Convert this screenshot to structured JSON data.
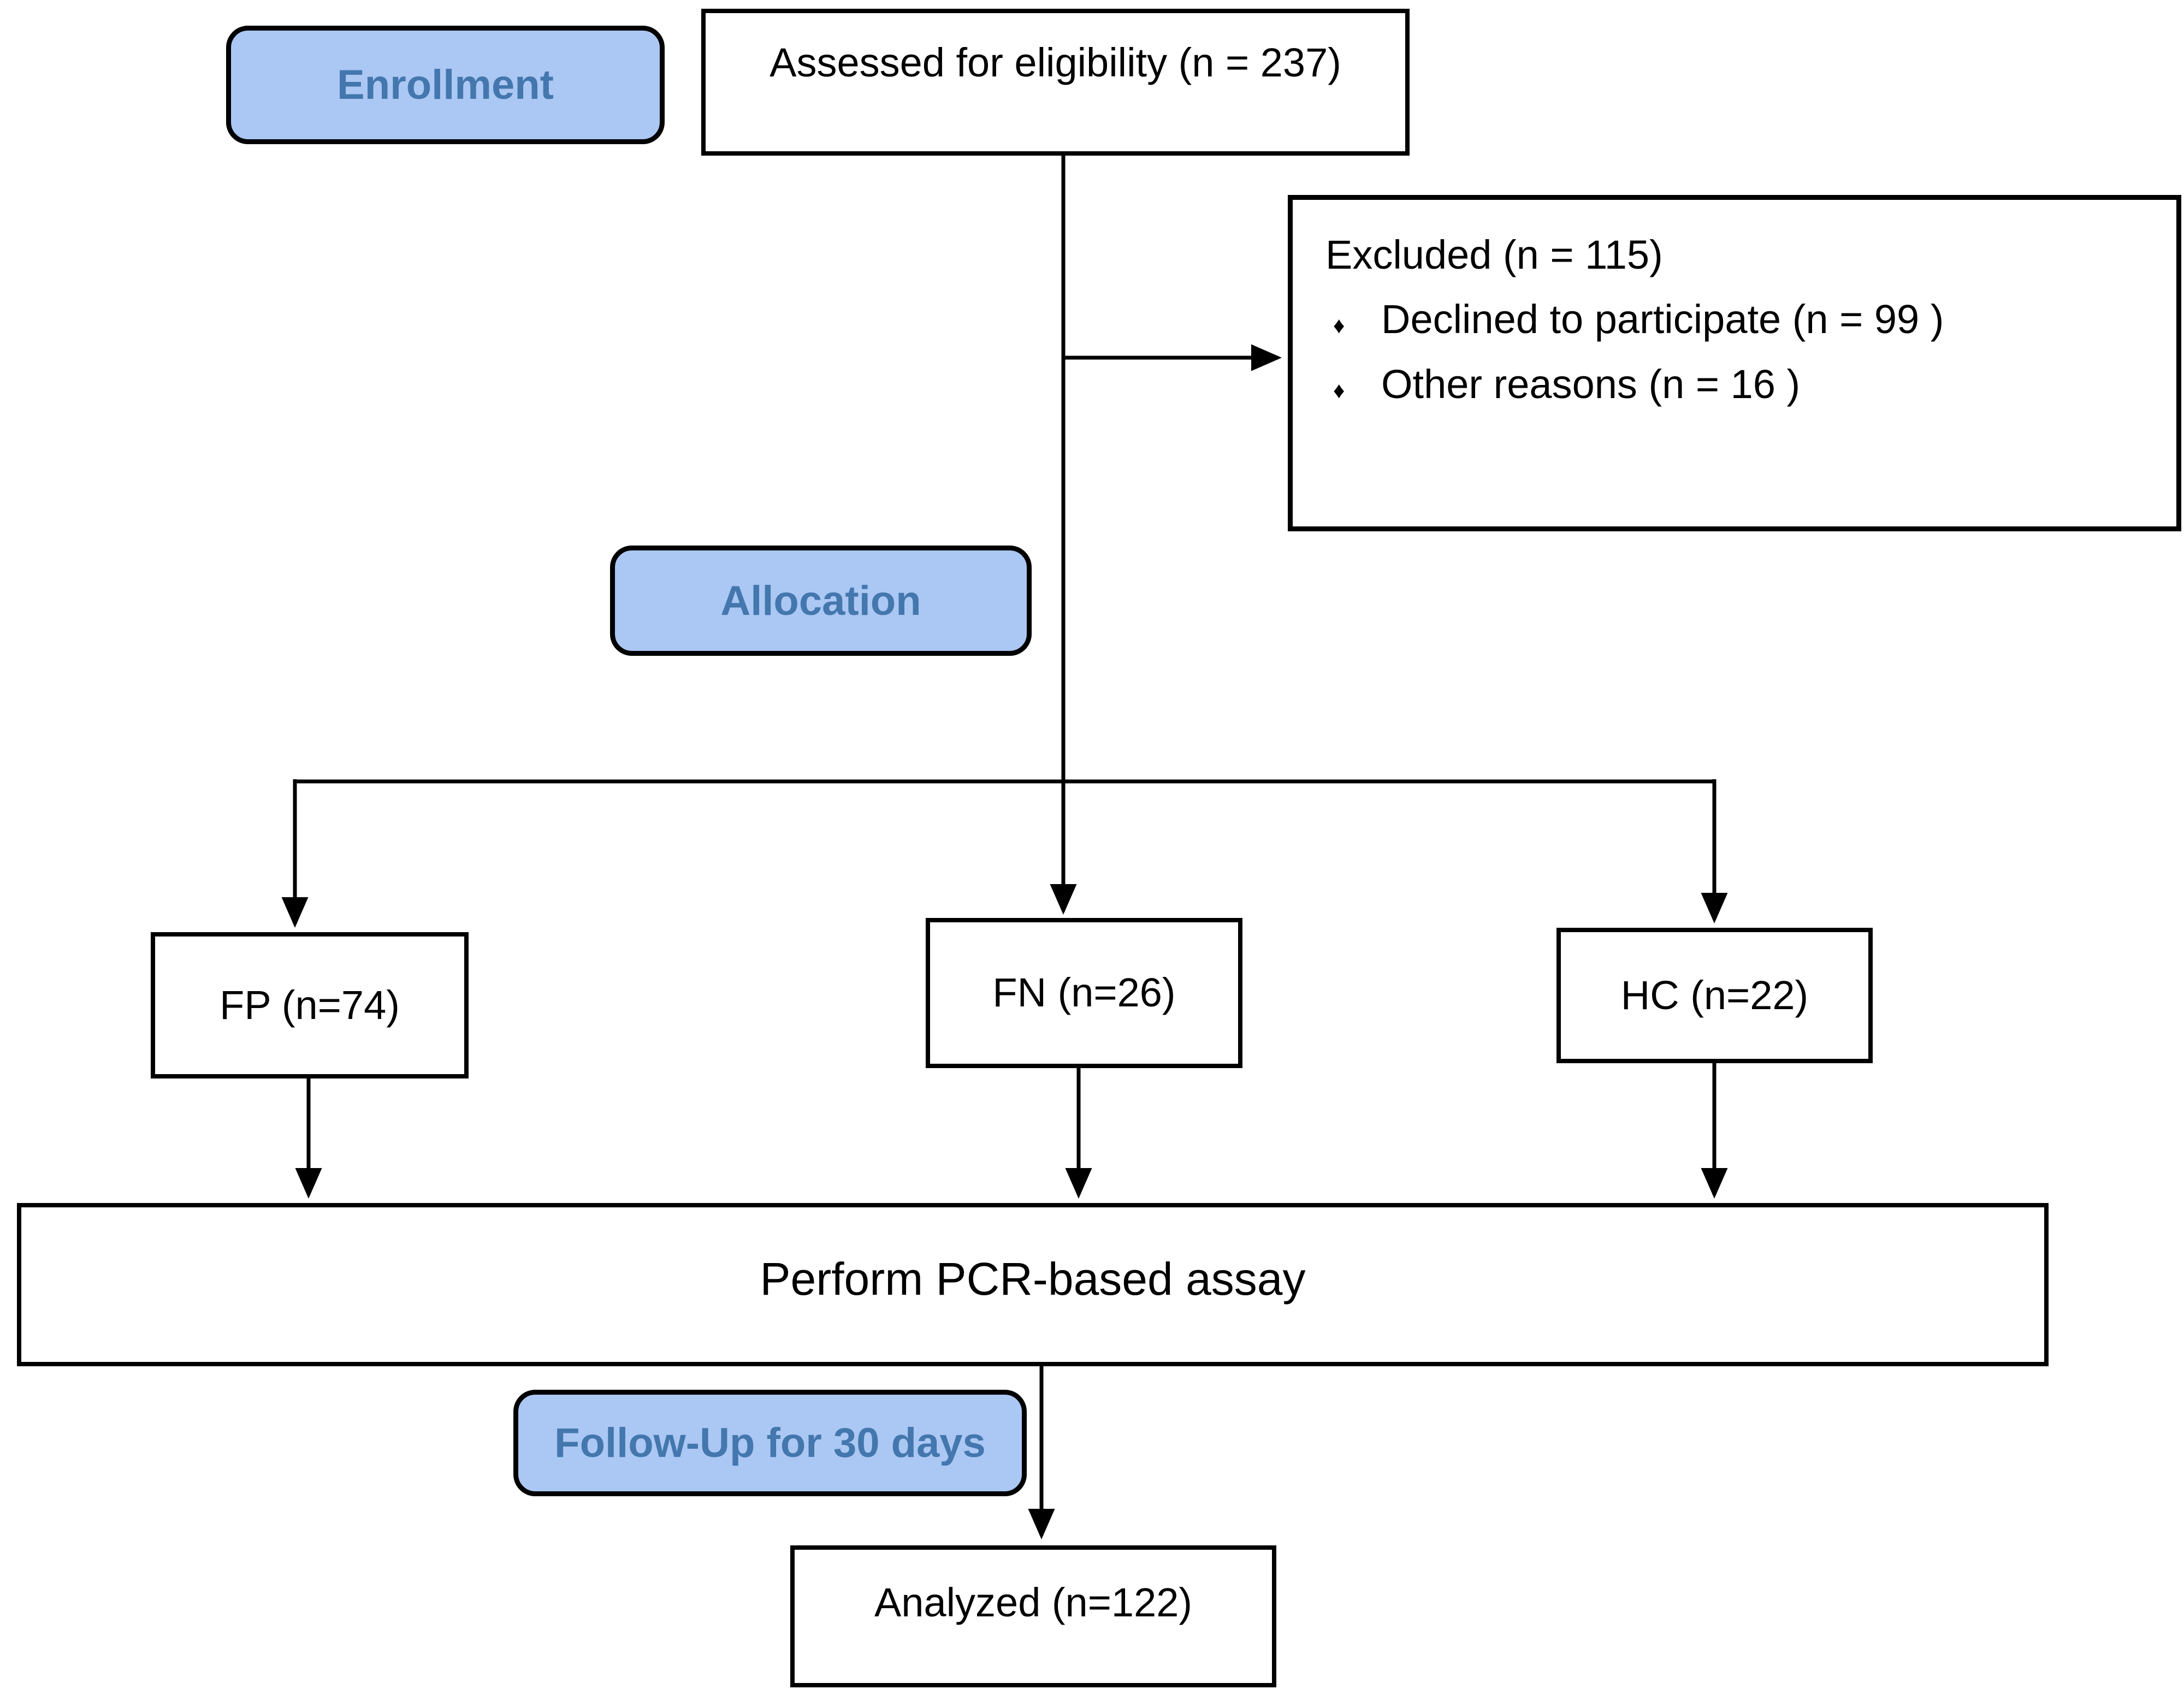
{
  "diagram": {
    "background_color": "#ffffff",
    "stage_fill_color": "#abc7f3",
    "stage_text_color": "#4377ad",
    "box_border_color": "#000000",
    "line_color": "#000000",
    "stages": {
      "enrollment": "Enrollment",
      "allocation": "Allocation",
      "follow_up": "Follow-Up for 30 days"
    },
    "nodes": {
      "assessed": "Assessed for eligibility (n = 237)",
      "excluded": {
        "title": "Excluded (n = 115)",
        "bullet_glyph": "♦",
        "items": [
          "Declined to participate (n = 99 )",
          "Other reasons (n = 16 )"
        ]
      },
      "fp": "FP (n=74)",
      "fn": "FN (n=26)",
      "hc": "HC (n=22)",
      "assay": "Perform PCR-based assay",
      "analyzed": "Analyzed (n=122)"
    }
  }
}
